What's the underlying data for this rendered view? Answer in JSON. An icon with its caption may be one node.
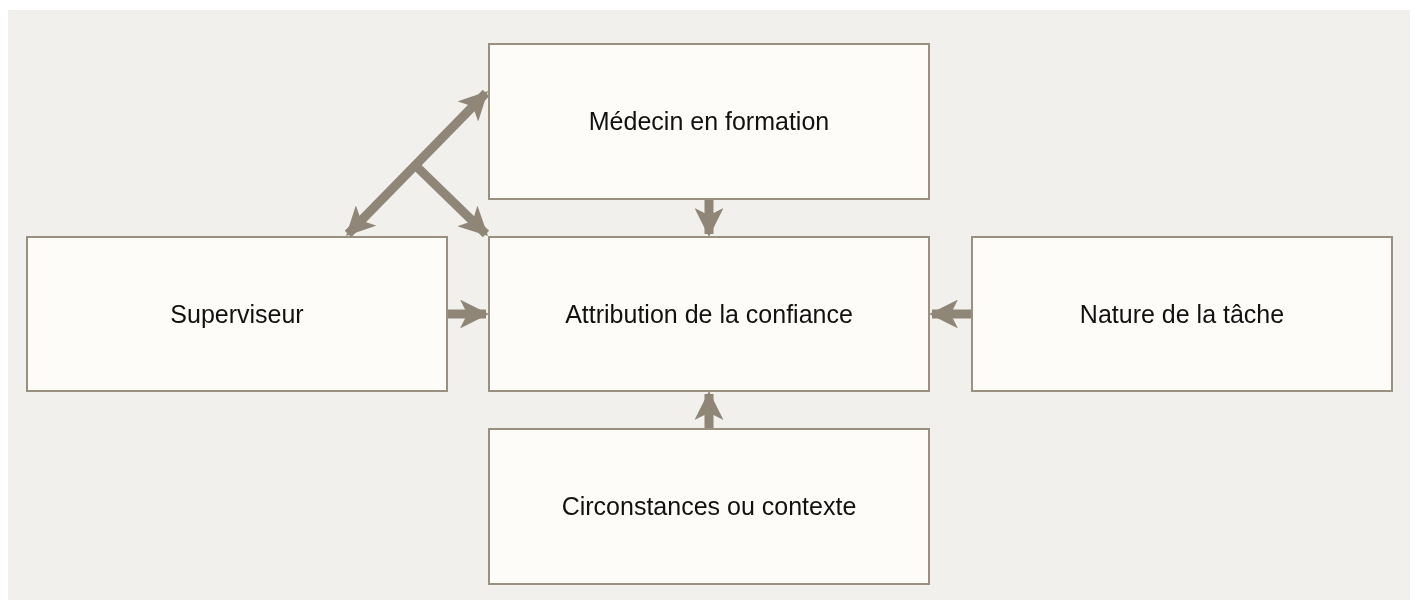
{
  "diagram": {
    "nodes": [
      {
        "text": [
          "Médecin en formation"
        ]
      },
      {
        "text": [
          "Superviseur"
        ]
      },
      {
        "text": [
          "Attribution de la confiance"
        ]
      },
      {
        "text": [
          "Nature de la tâche"
        ]
      },
      {
        "text": [
          "Circonstances ou contexte"
        ]
      }
    ],
    "edges": [
      {
        "from": 1,
        "to": 0,
        "arrow": "both"
      },
      {
        "from": null,
        "to": 2,
        "arrow": "to"
      },
      {
        "from": 0,
        "to": 2,
        "arrow": "to"
      },
      {
        "from": 1,
        "to": 2,
        "arrow": "to"
      },
      {
        "from": 3,
        "to": 2,
        "arrow": "to"
      },
      {
        "from": 4,
        "to": 2,
        "arrow": "to"
      }
    ]
  }
}
